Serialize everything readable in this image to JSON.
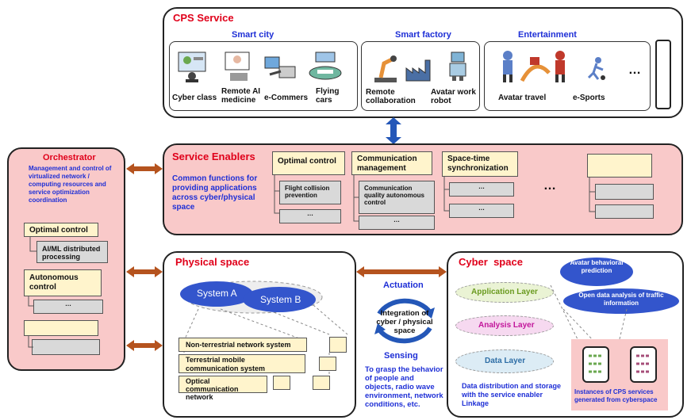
{
  "cps_service": {
    "title": "CPS Service",
    "groups": [
      {
        "heading": "Smart city",
        "items": [
          "Cyber class",
          "Remote AI medicine",
          "e-Commers",
          "Flying cars"
        ]
      },
      {
        "heading": "Smart factory",
        "items": [
          "Remote collaboration",
          "Avatar work robot"
        ]
      },
      {
        "heading": "Entertainment",
        "items": [
          "Avatar travel",
          "e-Sports"
        ]
      }
    ],
    "ellipsis": "…"
  },
  "service_enablers": {
    "title": "Service Enablers",
    "desc": "Common functions for providing applications across cyber/physical space",
    "columns": [
      {
        "heading": "Optimal control",
        "subs": [
          "Flight collision prevention",
          "…"
        ]
      },
      {
        "heading": "Communication management",
        "subs": [
          "Communication quality autonomous control",
          "…"
        ]
      },
      {
        "heading": "Space-time synchronization",
        "subs": [
          "…",
          "…"
        ]
      }
    ],
    "ellipsis": "…"
  },
  "orchestrator": {
    "title": "Orchestrator",
    "desc": "Management and control of virtualized network / computing resources and service optimization coordination",
    "optimal_control": "Optimal control",
    "ai_ml": "AI/ML distributed processing",
    "autonomous": "Autonomous control",
    "ellipsis": "…"
  },
  "physical_space": {
    "title": "Physical space",
    "system_a": "System A",
    "system_b": "System B",
    "networks": [
      "Non-terrestrial network system",
      "Terrestrial mobile communication system",
      "Optical communication network"
    ]
  },
  "middle": {
    "actuation": "Actuation",
    "integration": "Integration of cyber / physical space",
    "sensing": "Sensing",
    "grasp": "To grasp the behavior of people and objects, radio wave environment, network conditions, etc."
  },
  "cyber_space": {
    "title": "Cyber  space",
    "layers": [
      "Application Layer",
      "Analysis Layer",
      "Data Layer"
    ],
    "avatar": "Avatar behavioral prediction",
    "open_data": "Open data analysis of traffic information",
    "data_dist": "Data distribution and storage with the service enabler Linkage",
    "instances": "Instances of CPS services generated from cyberspace"
  },
  "colors": {
    "red_title": "#e0001a",
    "blue_text": "#1e2fd6",
    "pink_fill": "#f9c9c9",
    "yellow_box": "#fff4cc",
    "gray_box": "#d9d9d9",
    "ellipse_blue": "#3355cc",
    "arrow_brown": "#b5531e",
    "arrow_blue": "#2457b8"
  }
}
